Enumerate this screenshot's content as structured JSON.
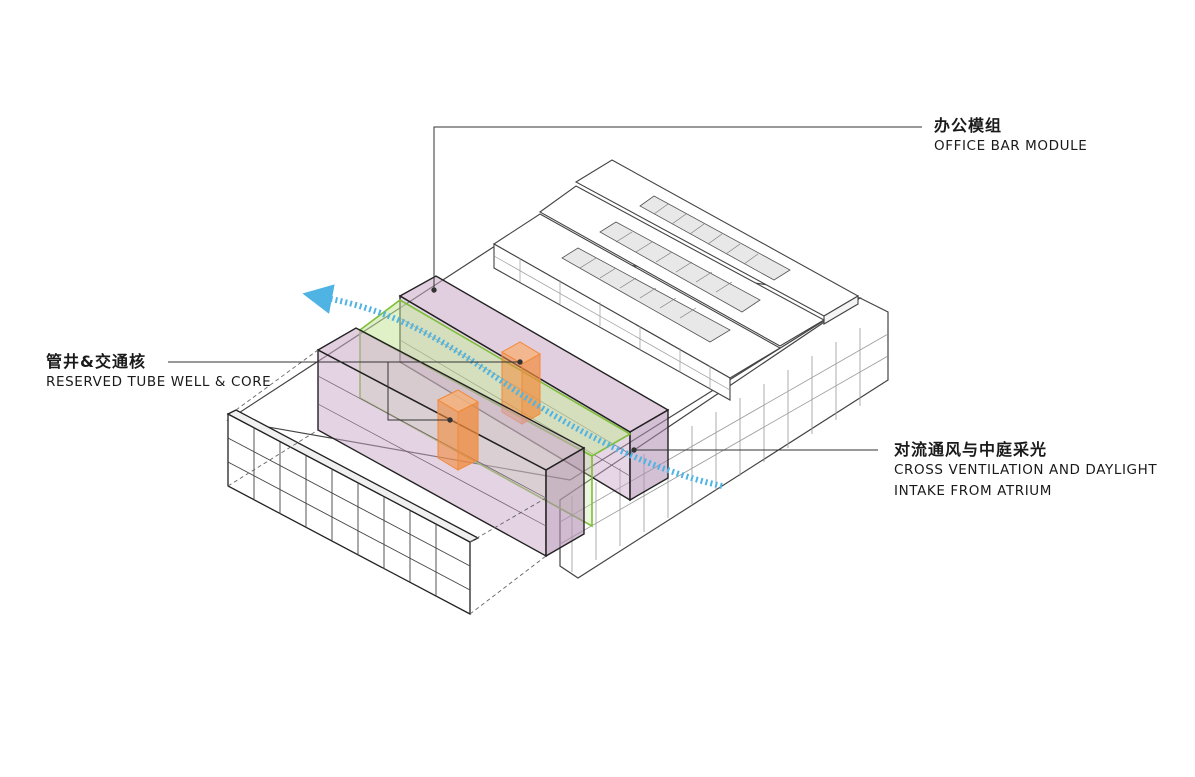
{
  "labels": {
    "office": {
      "zh": "办公模组",
      "en": "OFFICE BAR MODULE"
    },
    "core": {
      "zh": "管井&交通核",
      "en": "RESERVED TUBE WELL & CORE"
    },
    "ventilation": {
      "zh": "对流通风与中庭采光",
      "en_line1": "CROSS VENTILATION AND DAYLIGHT",
      "en_line2": "INTAKE FROM ATRIUM"
    }
  },
  "colors": {
    "line": "#2a2a2a",
    "facade_line": "#9a9a9a",
    "office_module": "#c9a7c7",
    "atrium": "#c6e59a",
    "atrium_edge": "#7dbf3a",
    "core": "#f28a3a",
    "airflow": "#4fb3e3"
  }
}
